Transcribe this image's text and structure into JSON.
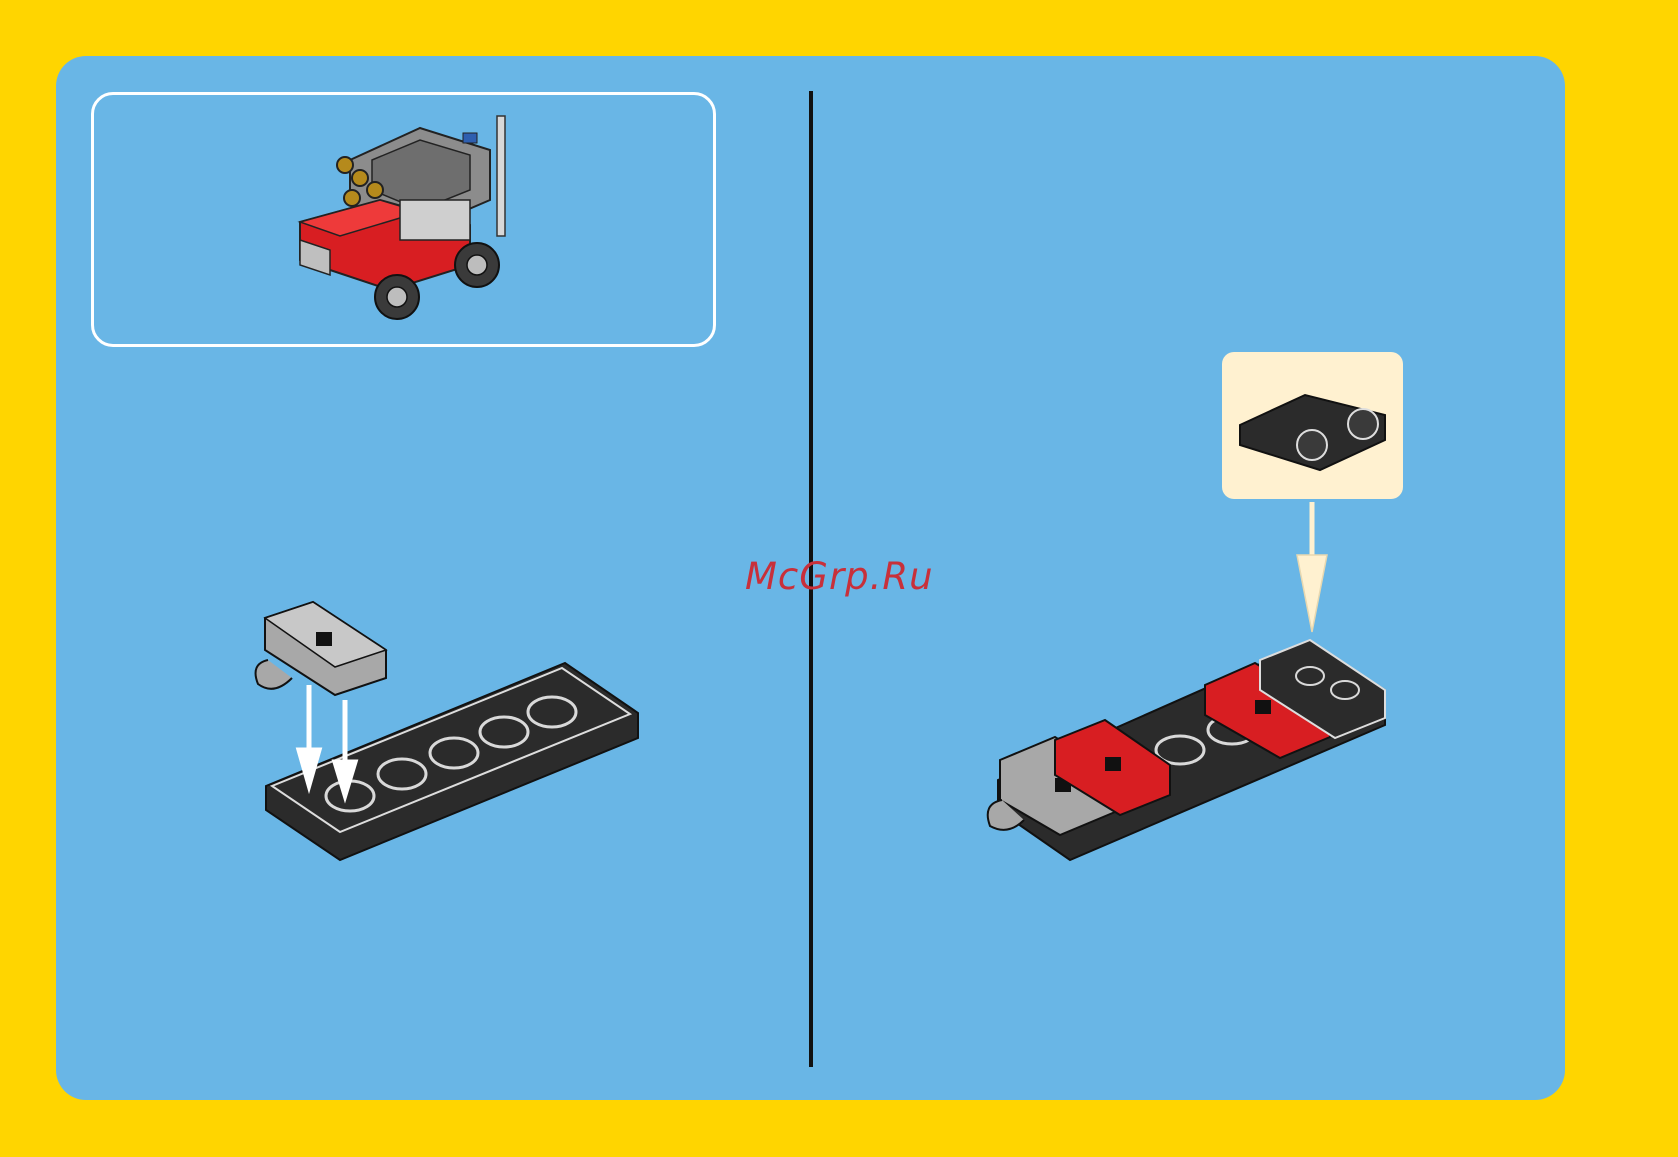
{
  "watermark": "McGrp.Ru",
  "colors": {
    "background": "#FFD500",
    "panel": "#69B6E6",
    "divider": "#111111",
    "callout": "#FFF1D0",
    "brick_black": "#2B2B2B",
    "brick_grey": "#A8A8A8",
    "brick_red": "#D81E22",
    "watermark": "#C8303A"
  },
  "icons": {
    "preview": "finished-jeep-model",
    "step_left": "attach-clip-plate-to-black-plate",
    "step_right": "attach-bracket-to-plate"
  }
}
